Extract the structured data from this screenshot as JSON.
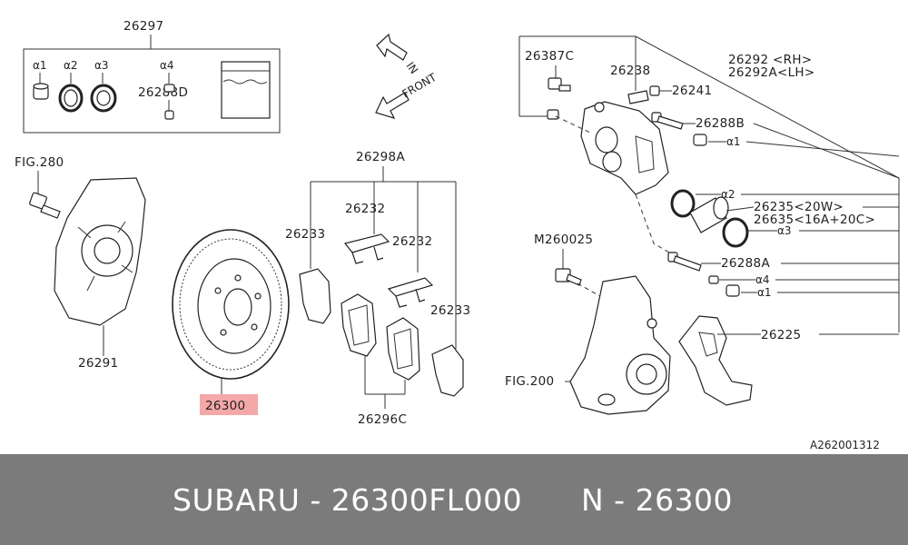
{
  "callouts": {
    "kit_top": "26297",
    "kit_a1": "α1",
    "kit_a2": "α2",
    "kit_a3": "α3",
    "kit_a4": "α4",
    "kit_26288d": "26288D",
    "fig280": "FIG.280",
    "shield": "26291",
    "rotor": "26300",
    "pad_set": "26298A",
    "clip_left": "26232",
    "clip_right": "26232",
    "shim_left": "26233",
    "shim_right": "26233",
    "pad_bottom": "26296C",
    "dir_in": "IN",
    "dir_front": "FRONT",
    "bolt_26387c": "26387C",
    "bleeder_26238": "26238",
    "cap_26241": "26241",
    "caliper_rh": "26292 <RH>",
    "caliper_lh": "26292A<LH>",
    "pin_26288b": "26288B",
    "a1_upper": "α1",
    "a2_seal": "α2",
    "piston_20w": "26235<20W>",
    "piston_16a": "26635<16A+20C>",
    "a3_boot": "α3",
    "m260025": "M260025",
    "pin_26288a": "26288A",
    "a4_lower": "α4",
    "a1_lower": "α1",
    "fig200": "FIG.200",
    "support_26225": "26225",
    "diagram_code": "A262001312"
  },
  "highlight_color": "#f4a8a8",
  "footer": {
    "left": "SUBARU - 26300FL000",
    "right": "N - 26300"
  },
  "footer_color": "#7b7b7b"
}
